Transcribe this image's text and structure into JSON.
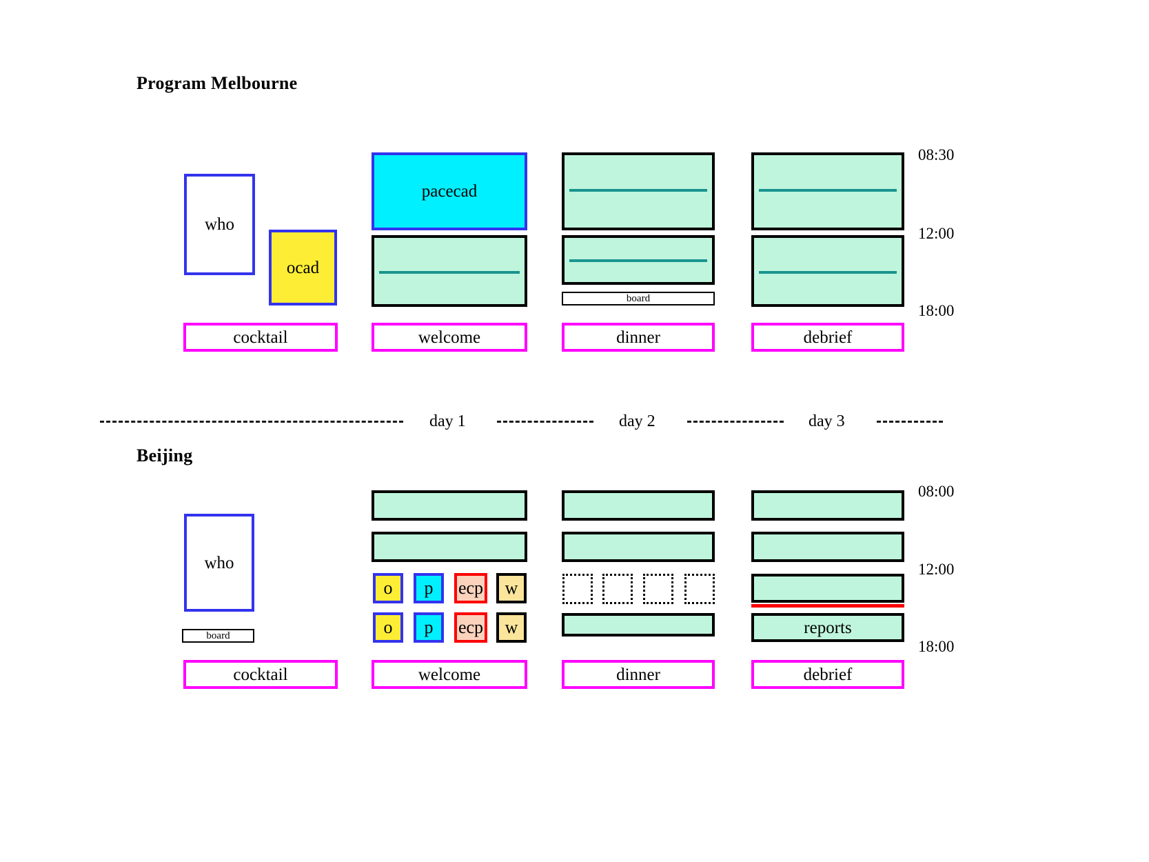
{
  "page": {
    "background": "#ffffff",
    "accent_blue": "#3333ee",
    "accent_magenta": "#ff00ff",
    "accent_red": "#fc0000",
    "accent_green_fill": "#bff5dc",
    "accent_teal_line": "#19948f",
    "accent_yellow": "#fdee35",
    "accent_cyan": "#00f0ff",
    "accent_peach": "#fbd3bd",
    "accent_wheat": "#fbe59b"
  },
  "sections": {
    "melbourne": {
      "title": "Program Melbourne",
      "time_axis": [
        "08:30",
        "12:00",
        "18:00"
      ],
      "day0": {
        "who_label": "who",
        "ocad_label": "ocad",
        "footer_label": "cocktail"
      },
      "day1": {
        "pacecad_label": "pacecad",
        "session_label": "",
        "footer_label": "welcome"
      },
      "day2": {
        "morning_label": "",
        "afternoon_label": "",
        "board_label": "board",
        "footer_label": "dinner"
      },
      "day3": {
        "morning_label": "",
        "afternoon_label": "",
        "footer_label": "debrief"
      }
    },
    "separator": {
      "day_labels": [
        "day 1",
        "day 2",
        "day 3"
      ]
    },
    "beijing": {
      "title": "Beijing",
      "time_axis": [
        "08:00",
        "12:00",
        "18:00"
      ],
      "day0": {
        "who_label": "who",
        "board_label": "board",
        "footer_label": "cocktail"
      },
      "day1": {
        "footer_label": "welcome",
        "chips_row_1": [
          "o",
          "p",
          "ecp",
          "w"
        ],
        "chips_row_2": [
          "o",
          "p",
          "ecp",
          "w"
        ]
      },
      "day2": {
        "footer_label": "dinner",
        "placeholder_count": 4
      },
      "day3": {
        "reports_label": "reports",
        "footer_label": "debrief"
      }
    }
  }
}
